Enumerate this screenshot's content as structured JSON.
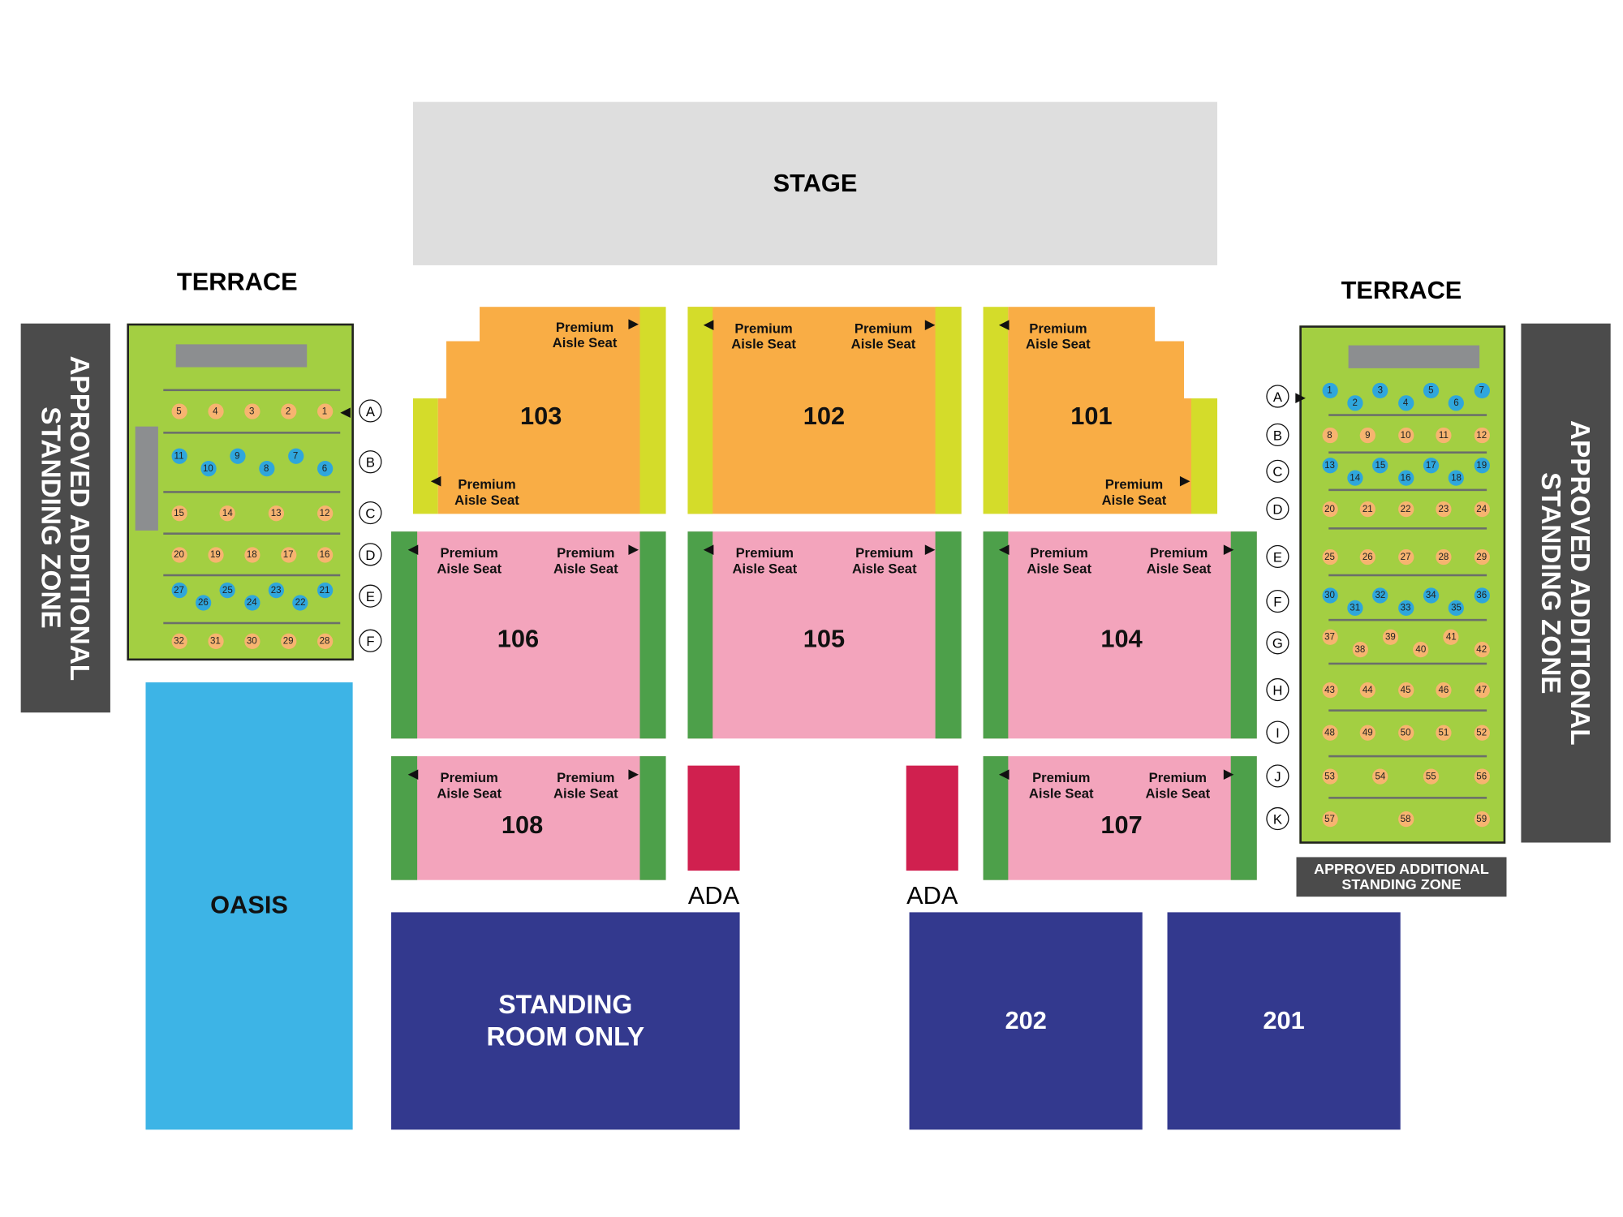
{
  "stage": "STAGE",
  "premium": "Premium\nAisle Seat",
  "sections": {
    "s101": "101",
    "s102": "102",
    "s103": "103",
    "s104": "104",
    "s105": "105",
    "s106": "106",
    "s107": "107",
    "s108": "108",
    "s201": "201",
    "s202": "202"
  },
  "ada": "ADA",
  "oasis": "OASIS",
  "standing_room": "STANDING\nROOM ONLY",
  "zone_label": "APPROVED ADDITIONAL\nSTANDING ZONE",
  "colors": {
    "orange": "#f9ad45",
    "yellow": "#d4dc2a",
    "pink": "#f3a4bc",
    "green": "#4da04a",
    "navy": "#33398e",
    "ada": "#d0204f",
    "oasis": "#3db4e6",
    "terrace": "#a3cf42"
  },
  "terraces": {
    "left": {
      "title": "TERRACE",
      "rows": [
        {
          "row": "A",
          "type": "orange",
          "seats": [
            5,
            4,
            3,
            2,
            1
          ]
        },
        {
          "row": "B",
          "type": "blue",
          "seats": [
            11,
            10,
            9,
            8,
            7,
            6
          ]
        },
        {
          "row": "C",
          "type": "orange",
          "seats": [
            15,
            14,
            13,
            12
          ]
        },
        {
          "row": "D",
          "type": "orange",
          "seats": [
            20,
            19,
            18,
            17,
            16
          ]
        },
        {
          "row": "E",
          "type": "blue",
          "seats": [
            27,
            26,
            25,
            24,
            23,
            22,
            21
          ]
        },
        {
          "row": "F",
          "type": "orange",
          "seats": [
            32,
            31,
            30,
            29,
            28
          ]
        }
      ]
    },
    "right": {
      "title": "TERRACE",
      "rows": [
        {
          "row": "A",
          "type": "blue",
          "seats": [
            1,
            2,
            3,
            4,
            5,
            6,
            7
          ]
        },
        {
          "row": "B",
          "type": "orange",
          "seats": [
            8,
            9,
            10,
            11,
            12
          ]
        },
        {
          "row": "C",
          "type": "blue",
          "seats": [
            13,
            14,
            15,
            16,
            17,
            18,
            19
          ]
        },
        {
          "row": "D",
          "type": "orange",
          "seats": [
            20,
            21,
            22,
            23,
            24
          ]
        },
        {
          "row": "E",
          "type": "orange",
          "seats": [
            25,
            26,
            27,
            28,
            29
          ]
        },
        {
          "row": "F",
          "type": "blue",
          "seats": [
            30,
            31,
            32,
            33,
            34,
            35,
            36
          ]
        },
        {
          "row": "G",
          "type": "orange",
          "seats": [
            37,
            38,
            39,
            40,
            41,
            42
          ]
        },
        {
          "row": "H",
          "type": "orange",
          "seats": [
            43,
            44,
            45,
            46,
            47
          ]
        },
        {
          "row": "I",
          "type": "orange",
          "seats": [
            48,
            49,
            50,
            51,
            52
          ]
        },
        {
          "row": "J",
          "type": "orange",
          "seats": [
            53,
            54,
            55,
            56
          ]
        },
        {
          "row": "K",
          "type": "orange",
          "seats": [
            57,
            58,
            59
          ]
        }
      ]
    }
  }
}
